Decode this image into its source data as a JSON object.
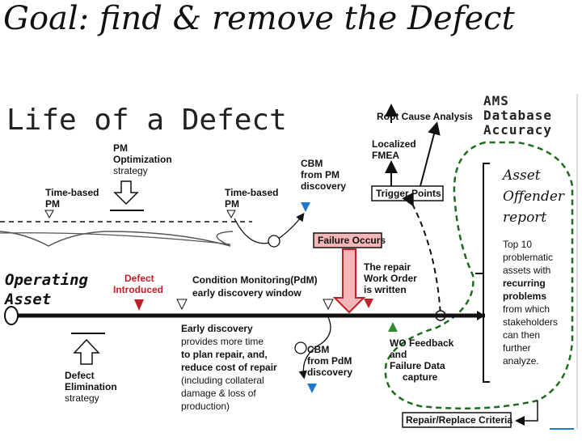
{
  "slide_title": "Goal:  find & remove the Defect",
  "diagram": {
    "heading": "Life of a Defect",
    "pm_optimization": [
      "PM",
      "Optimization",
      "strategy"
    ],
    "time_based_pm_left": [
      "Time-based",
      "PM"
    ],
    "time_based_pm_right": [
      "Time-based",
      "PM"
    ],
    "cbm_pm": [
      "CBM",
      "from PM",
      "discovery"
    ],
    "root_cause": "Root Cause Analysis",
    "localized_fmea": [
      "Localized",
      "FMEA"
    ],
    "trigger_points": "Trigger Points",
    "ams_db": [
      "AMS",
      "Database",
      "Accuracy"
    ],
    "asset_offender": [
      "Asset",
      "Offender",
      "report"
    ],
    "top10": [
      "Top 10",
      "problematic",
      "assets with",
      "recurring",
      "problems",
      "from which",
      "stakeholders",
      "can then",
      "further",
      "analyze."
    ],
    "failure_occurs": "Failure Occurs",
    "work_order": [
      "The repair",
      "Work Order",
      "is written"
    ],
    "operating_asset": [
      "Operating",
      "Asset"
    ],
    "defect_introduced": [
      "Defect",
      "Introduced"
    ],
    "condition_monitoring": [
      "Condition Monitoring(PdM)",
      "early discovery window"
    ],
    "early_discovery": [
      "Early discovery",
      "provides more time",
      "to plan repair, and,",
      "reduce cost of repair",
      "(including collateral",
      "damage & loss of",
      "production)"
    ],
    "cbm_pdm": [
      "CBM",
      "from PdM",
      "discovery"
    ],
    "wo_feedback": [
      "WO Feedback",
      "and",
      "Failure Data",
      "capture"
    ],
    "defect_elimination": [
      "Defect",
      "Elimination",
      "strategy"
    ],
    "repair_criteria": "Repair/Replace Criteria"
  },
  "colors": {
    "green_dashed": "#1e6b1e",
    "failure_box_bg": "#f4b6b6",
    "defect_red": "#c0202a",
    "cbm_blue": "#2277cc"
  }
}
